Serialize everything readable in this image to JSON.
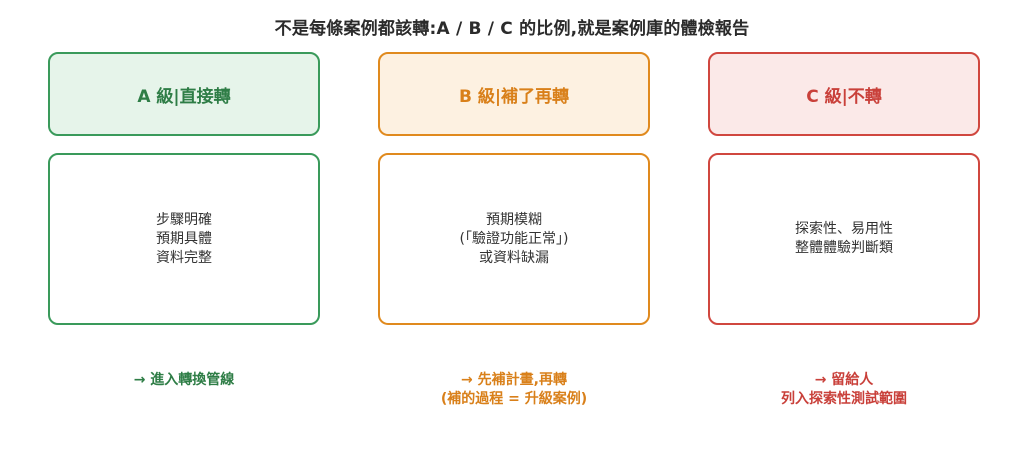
{
  "title": "不是每條案例都該轉:A / B / C 的比例,就是案例庫的體檢報告",
  "colors": {
    "a": {
      "border": "#3a9a5b",
      "fill": "#e6f4ea",
      "text": "#2e7d46"
    },
    "b": {
      "border": "#e08a1e",
      "fill": "#fdf1e1",
      "text": "#d9801a"
    },
    "c": {
      "border": "#d0473f",
      "fill": "#fbe9e8",
      "text": "#c9403a"
    }
  },
  "columns": [
    {
      "heading": "A 級|直接轉",
      "body": [
        "步驟明確",
        "預期具體",
        "資料完整"
      ],
      "result": [
        "→ 進入轉換管線"
      ]
    },
    {
      "heading": "B 級|補了再轉",
      "body": [
        "預期模糊",
        "(「驗證功能正常」)",
        "或資料缺漏"
      ],
      "result": [
        "→ 先補計畫,再轉",
        "(補的過程 = 升級案例)"
      ]
    },
    {
      "heading": "C 級|不轉",
      "body": [
        "探索性、易用性",
        "整體體驗判斷類"
      ],
      "result": [
        "→ 留給人",
        "列入探索性測試範圍"
      ]
    }
  ]
}
